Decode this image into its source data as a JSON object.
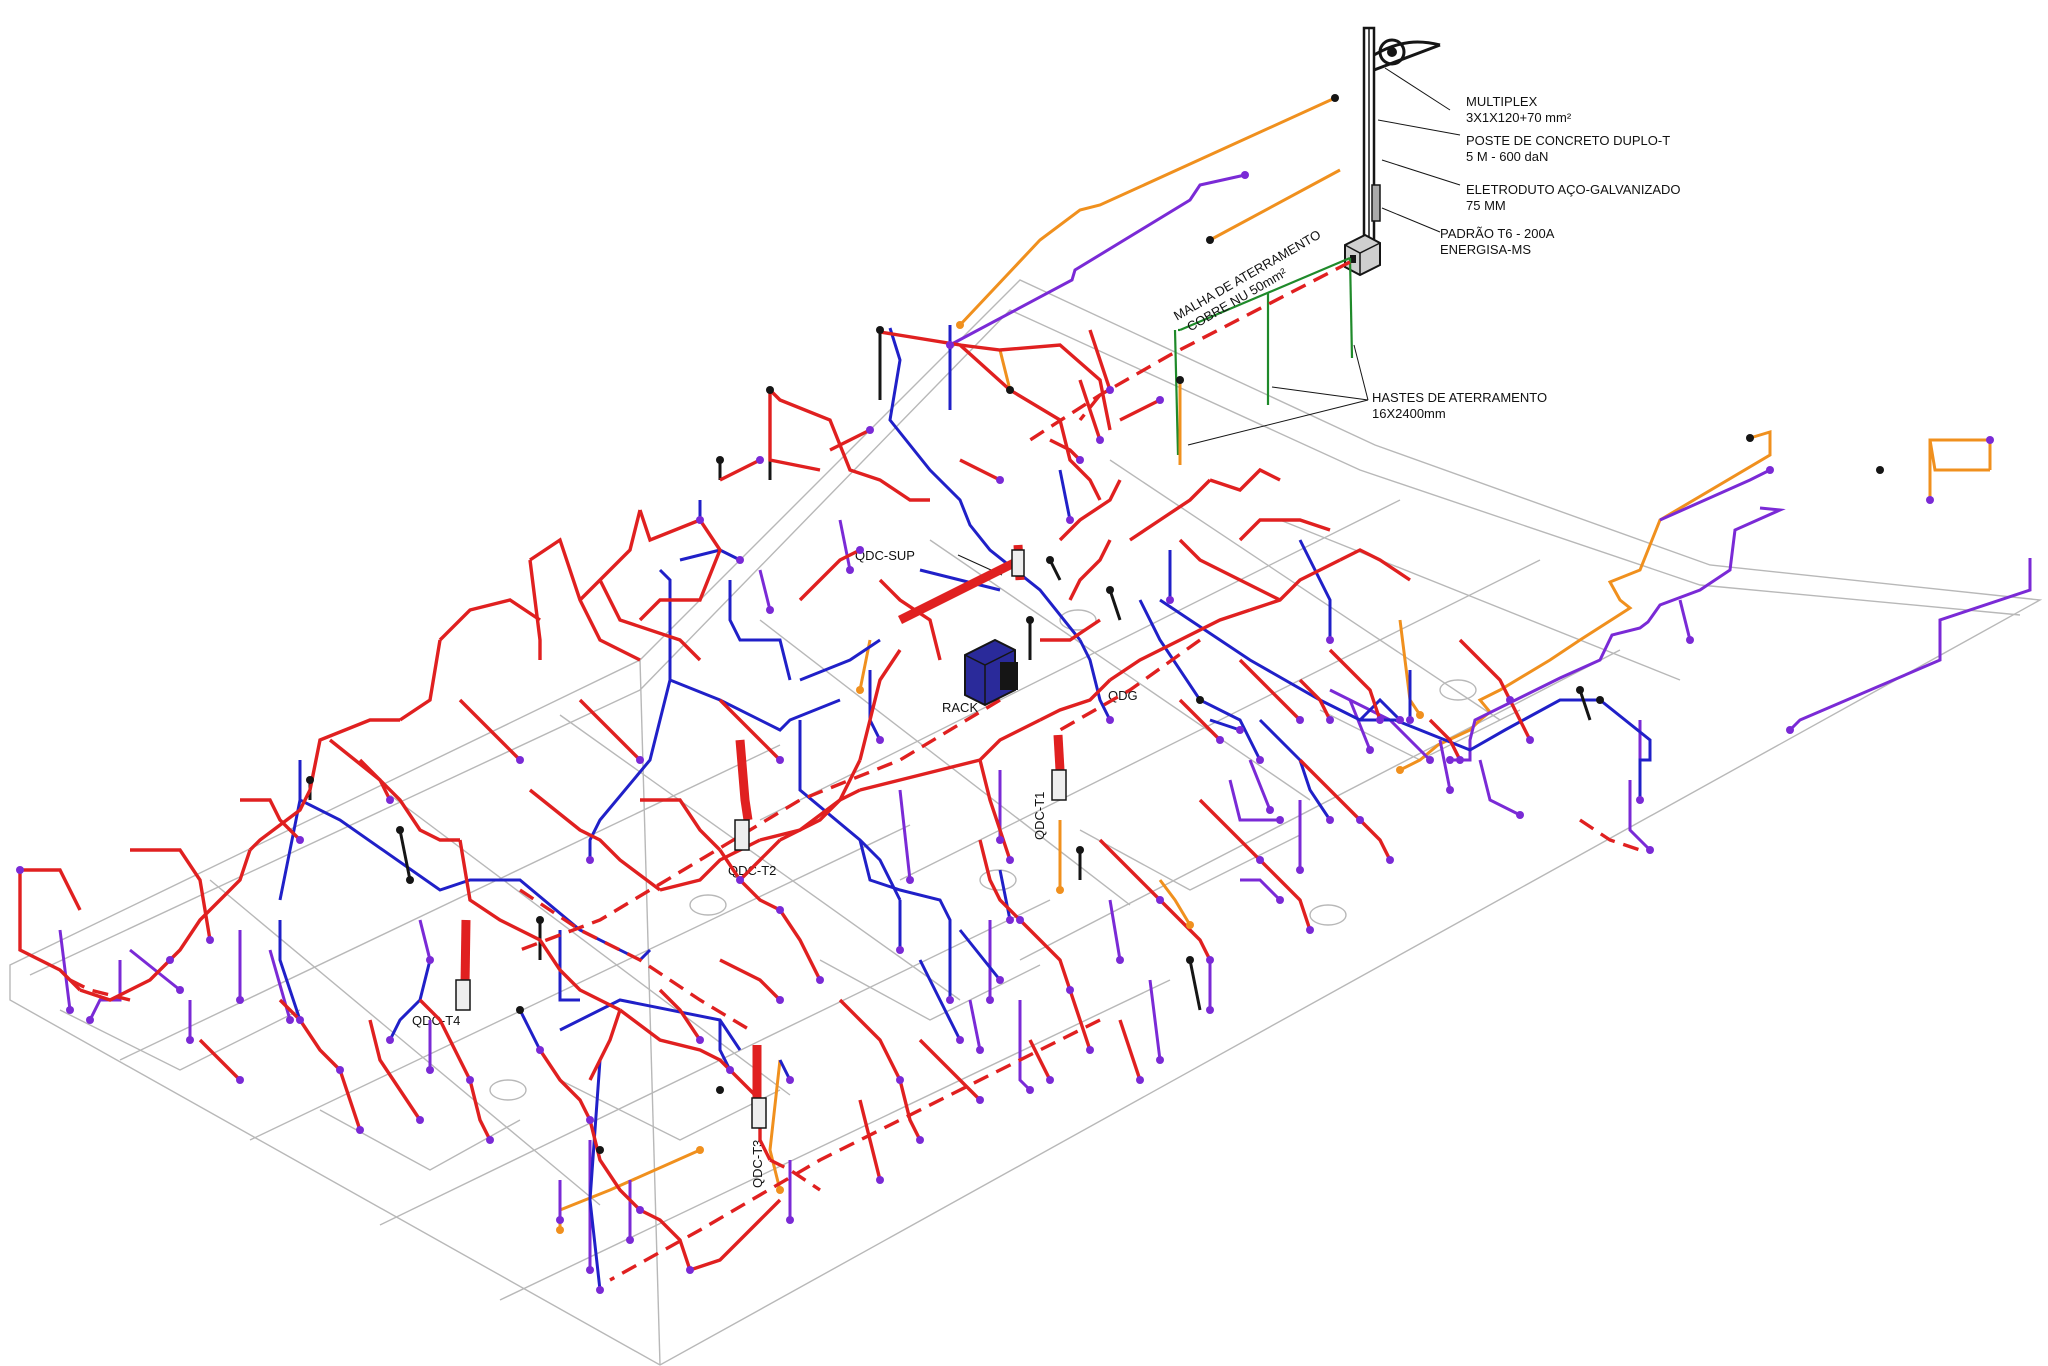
{
  "colors": {
    "red": "#e02020",
    "blue": "#2020c8",
    "purple": "#7a2ad6",
    "orange": "#f0901e",
    "green": "#1f8a2a",
    "black": "#151515",
    "floor": "#b8b8b8"
  },
  "annotations": {
    "multiplex_line1": "MULTIPLEX",
    "multiplex_line2": "3X1X120+70 mm²",
    "poste_line1": "POSTE DE CONCRETO DUPLO-T",
    "poste_line2": "5 M - 600 daN",
    "eletroduto_line1": "ELETRODUTO AÇO-GALVANIZADO",
    "eletroduto_line2": "75 MM",
    "padrao_line1": "PADRÃO T6 - 200A",
    "padrao_line2": "ENERGISA-MS",
    "malha_line1": "MALHA DE ATERRAMENTO",
    "malha_line2": "COBRE NU 50mm²",
    "hastes_line1": "HASTES DE ATERRAMENTO",
    "hastes_line2": "16X2400mm"
  },
  "panels": {
    "qdc_sup": "QDC-SUP",
    "rack": "RACK",
    "qdg": "QDG",
    "qdc_t1": "QDC-T1",
    "qdc_t2": "QDC-T2",
    "qdc_t3": "QDC-T3",
    "qdc_t4": "QDC-T4"
  }
}
